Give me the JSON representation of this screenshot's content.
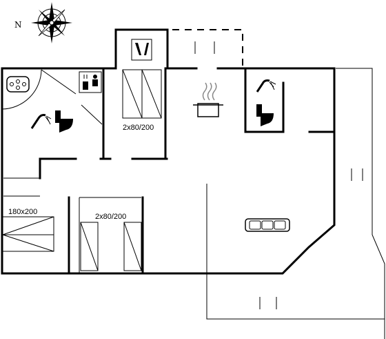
{
  "compass": {
    "north_label": "N"
  },
  "rooms": {
    "bedroom_top": {
      "bed_label": "2x80/200"
    },
    "bedroom_left": {
      "bed_label": "180x200"
    },
    "bedroom_bottom": {
      "bed_label": "2x80/200"
    }
  },
  "icons": [
    "compass-rose-icon",
    "whirlpool-icon",
    "shower-icon",
    "toilet-icon",
    "sauna-icon",
    "washing-machine-icon",
    "kitchen-pot-icon",
    "sofa-icon"
  ]
}
